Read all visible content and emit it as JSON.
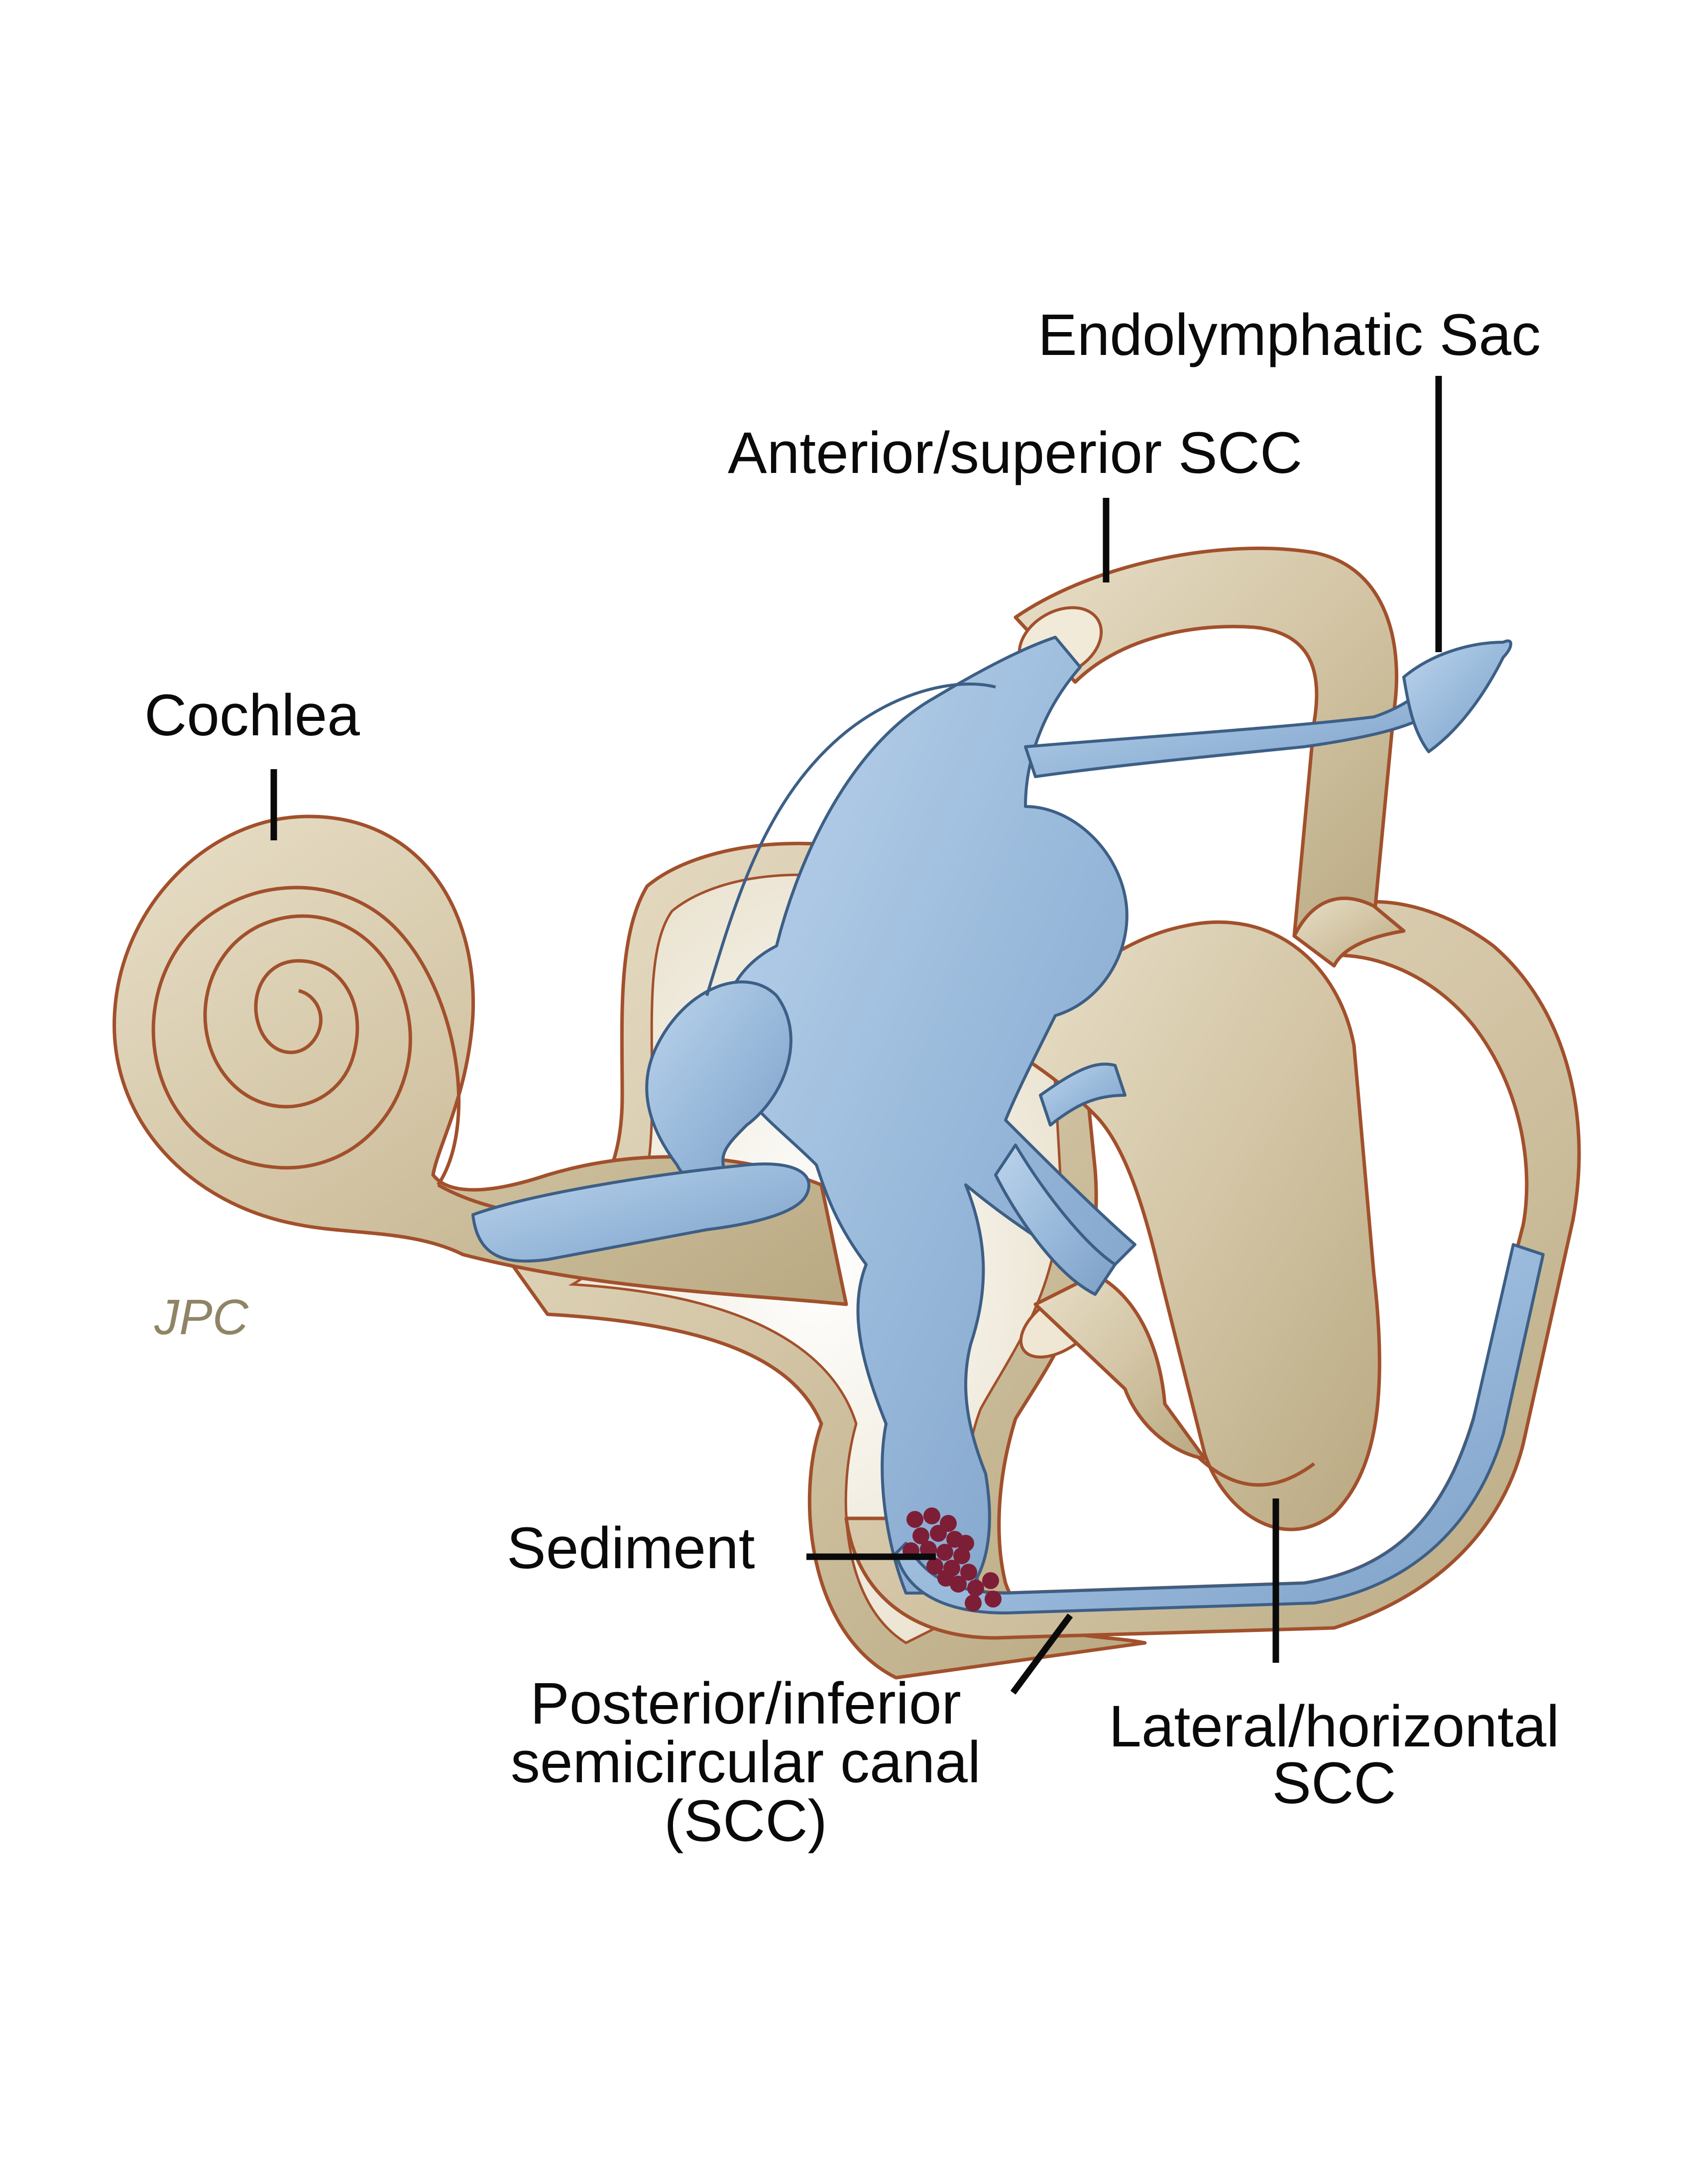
{
  "labels": {
    "endolymphatic_sac": "Endolymphatic Sac",
    "anterior_scc": "Anterior/superior SCC",
    "cochlea": "Cochlea",
    "sediment": "Sediment",
    "posterior_scc_line1": "Posterior/inferior",
    "posterior_scc_line2": "semicircular canal",
    "posterior_scc_line3": "(SCC)",
    "lateral_scc_line1": "Lateral/horizontal",
    "lateral_scc_line2": "SCC"
  },
  "signature": "JPC",
  "colors": {
    "bony_labyrinth": "#d8cbad",
    "bony_outline": "#a2502c",
    "membranous_labyrinth": "#9dbfe0",
    "sediment": "#7d1e37",
    "leader_lines": "#0a0a0a"
  }
}
